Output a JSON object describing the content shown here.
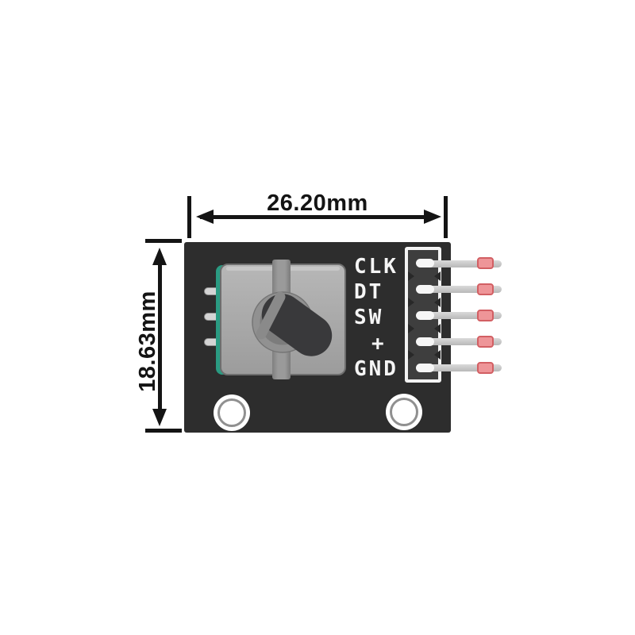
{
  "diagram": {
    "type": "rotary-encoder-module-dimension-diagram"
  },
  "dimensions": {
    "width": "26.20mm",
    "height": "18.63mm"
  },
  "pins": {
    "labels": [
      "CLK",
      "DT",
      "SW",
      "+",
      "GND"
    ]
  },
  "colors": {
    "background": "#ffffff",
    "pcb": "#2d2d2d",
    "dimension": "#141414",
    "silkscreen": "#f5f5f5",
    "encoder_accent_teal": "#2a9b82",
    "knob_dark": "#39393b",
    "pin_tip_fill": "#ee9598",
    "pin_tip_border": "#d25f63"
  }
}
